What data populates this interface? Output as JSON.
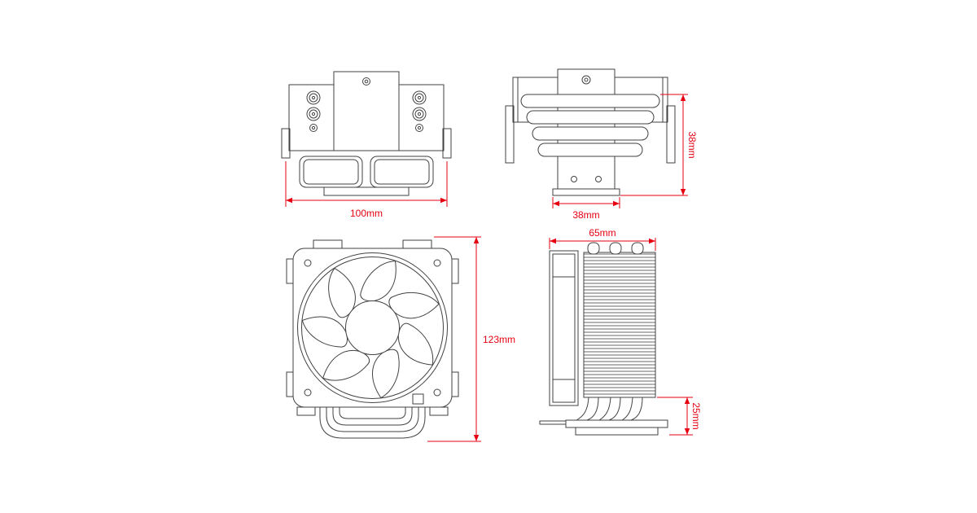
{
  "colors": {
    "background": "#ffffff",
    "line_art": "#424242",
    "dimension": "#e60012"
  },
  "views": {
    "top": {
      "width_label": "100mm"
    },
    "rear": {
      "height_label": "38mm",
      "depth_label": "38mm"
    },
    "front": {
      "height_label": "123mm"
    },
    "side": {
      "width_label": "65mm",
      "base_height_label": "25mm"
    }
  }
}
